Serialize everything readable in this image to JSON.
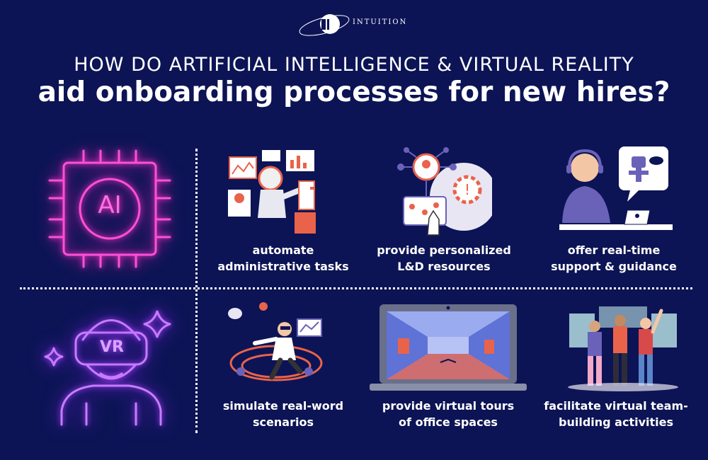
{
  "brand": {
    "name": "INTUITION"
  },
  "header": {
    "line1": "HOW DO ARTIFICIAL INTELLIGENCE & VIRTUAL REALITY",
    "line2": "aid onboarding processes for new hires?"
  },
  "ai_section": {
    "icon_label": "AI",
    "icon": "ai-chip-icon",
    "color": "#ff3cc8",
    "items": [
      {
        "line1": "automate",
        "line2": "administrative tasks"
      },
      {
        "line1": "provide personalized",
        "line2": "L&D resources"
      },
      {
        "line1": "offer real-time",
        "line2": "support & guidance"
      }
    ]
  },
  "vr_section": {
    "icon_label": "VR",
    "icon": "vr-headset-person-icon",
    "color": "#b44cff",
    "items": [
      {
        "line1": "simulate real-word",
        "line2": "scenarios"
      },
      {
        "line1": "provide virtual tours",
        "line2": "of office spaces"
      },
      {
        "line1": "facilitate virtual team-",
        "line2": "building activities"
      }
    ]
  }
}
